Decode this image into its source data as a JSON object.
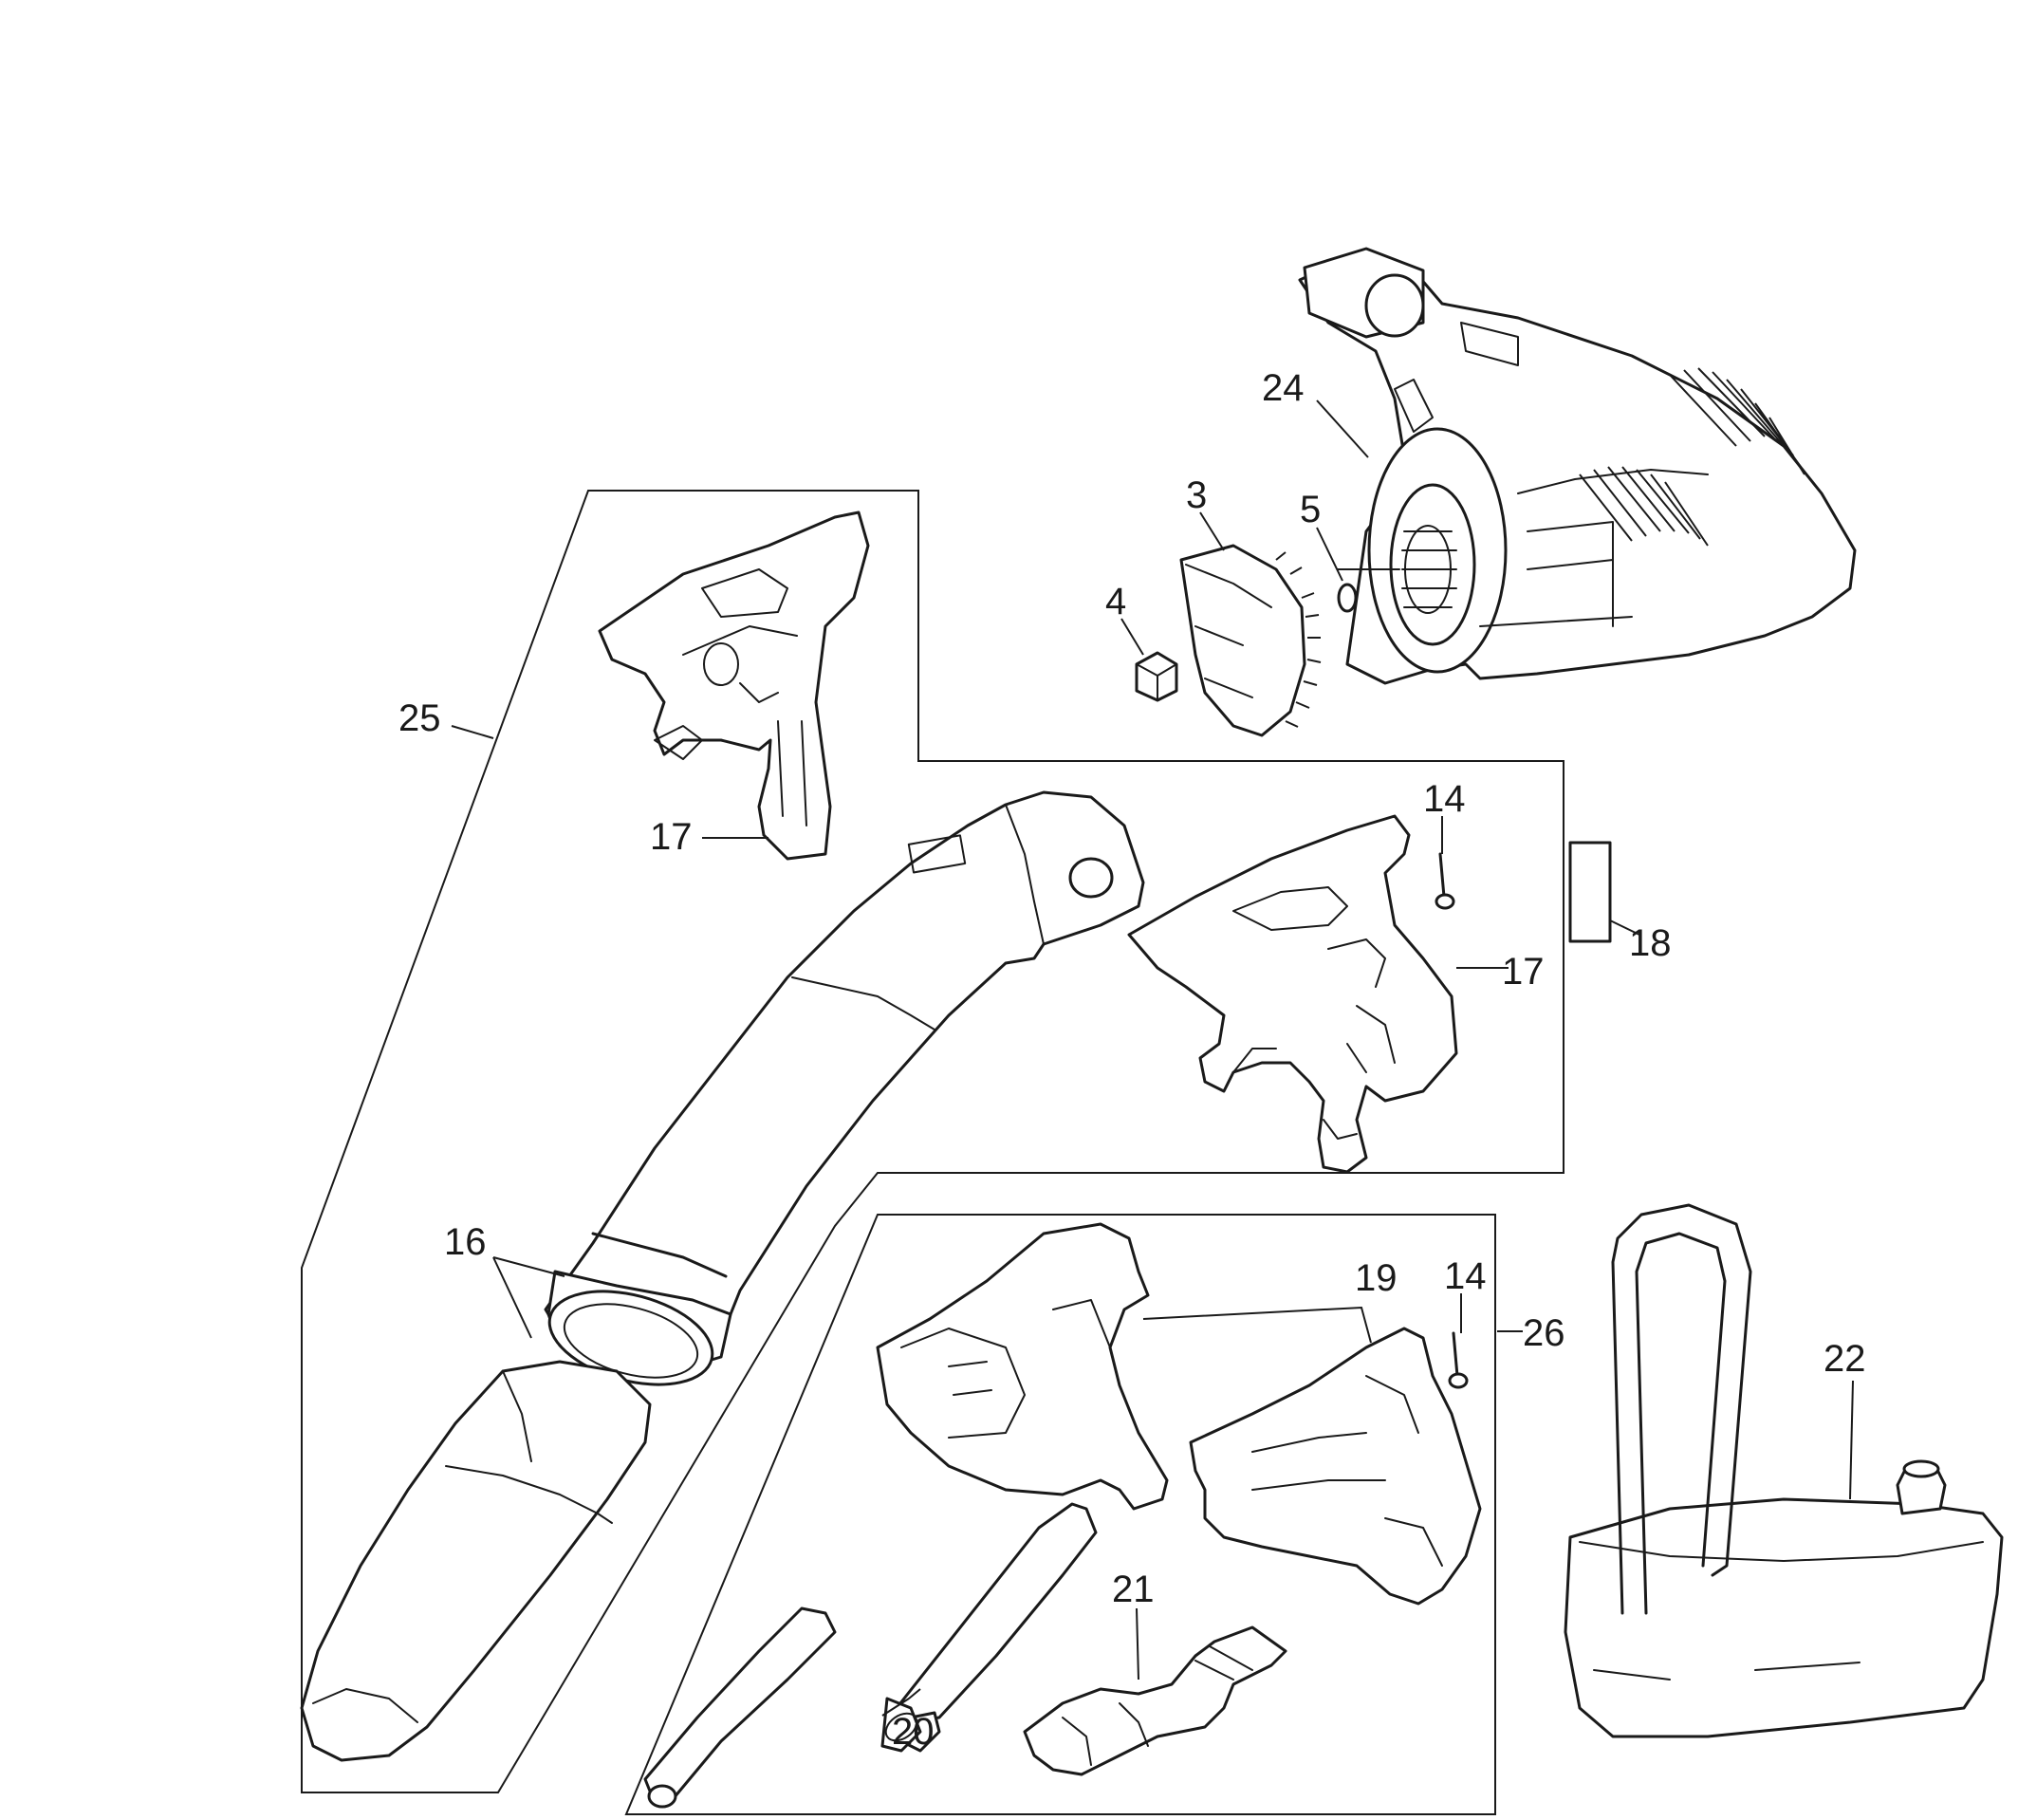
{
  "callouts": {
    "c3": "3",
    "c4": "4",
    "c5": "5",
    "c14a": "14",
    "c14b": "14",
    "c16": "16",
    "c17a": "17",
    "c17b": "17",
    "c18": "18",
    "c19": "19",
    "c20": "20",
    "c21": "21",
    "c22": "22",
    "c24": "24",
    "c25": "25",
    "c26": "26"
  }
}
